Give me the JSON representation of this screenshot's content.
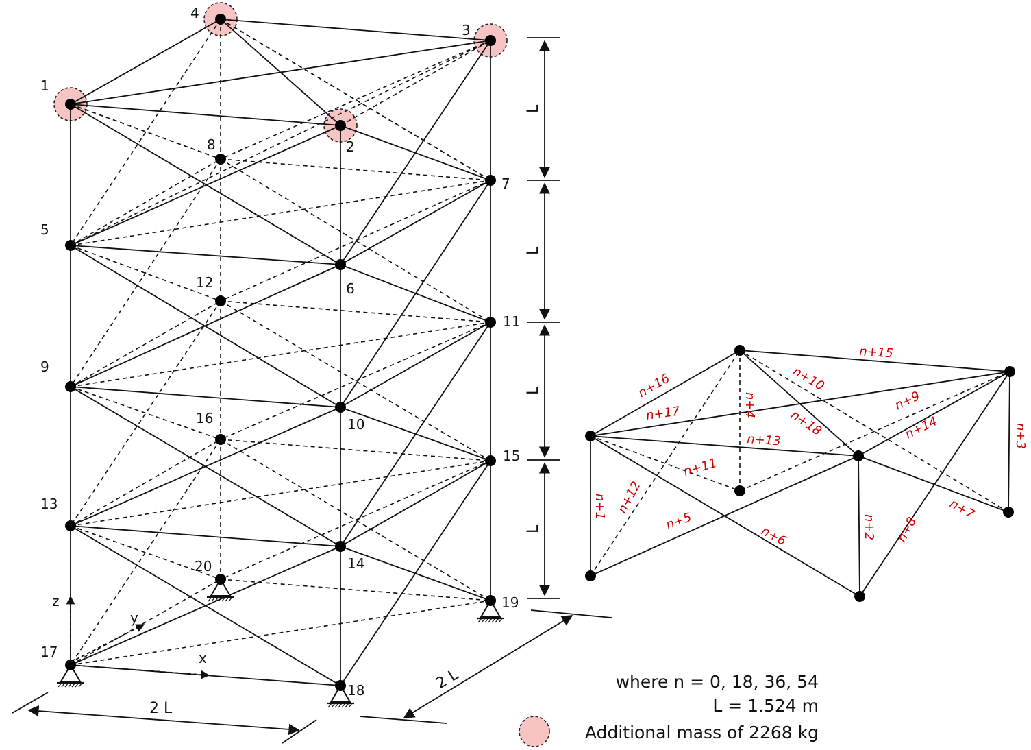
{
  "tower": {
    "nodes": [
      {
        "id": "1",
        "label": "1",
        "mass": true
      },
      {
        "id": "2",
        "label": "2",
        "mass": true
      },
      {
        "id": "3",
        "label": "3",
        "mass": true
      },
      {
        "id": "4",
        "label": "4",
        "mass": true
      },
      {
        "id": "5",
        "label": "5"
      },
      {
        "id": "6",
        "label": "6"
      },
      {
        "id": "7",
        "label": "7"
      },
      {
        "id": "8",
        "label": "8"
      },
      {
        "id": "9",
        "label": "9"
      },
      {
        "id": "10",
        "label": "10"
      },
      {
        "id": "11",
        "label": "11"
      },
      {
        "id": "12",
        "label": "12"
      },
      {
        "id": "13",
        "label": "13"
      },
      {
        "id": "14",
        "label": "14"
      },
      {
        "id": "15",
        "label": "15"
      },
      {
        "id": "16",
        "label": "16"
      },
      {
        "id": "17",
        "label": "17",
        "support": true
      },
      {
        "id": "18",
        "label": "18",
        "support": true
      },
      {
        "id": "19",
        "label": "19",
        "support": true
      },
      {
        "id": "20",
        "label": "20",
        "support": true
      }
    ]
  },
  "axes": {
    "z": "z",
    "y": "y",
    "x": "x"
  },
  "dimensions": {
    "story_height": "L",
    "base_width": "2 L",
    "base_depth": "2 L"
  },
  "module": {
    "members": [
      "n+1",
      "n+2",
      "n+3",
      "n+4",
      "n+5",
      "n+6",
      "n+7",
      "n+8",
      "n+9",
      "n+10",
      "n+11",
      "n+12",
      "n+13",
      "n+14",
      "n+15",
      "n+16",
      "n+17",
      "n+18"
    ]
  },
  "legend": {
    "line1": "where n = 0, 18, 36, 54",
    "line2": "L = 1.524 m",
    "line3": "Additional mass of 2268 kg",
    "mass_color": "#f7c4c4"
  }
}
